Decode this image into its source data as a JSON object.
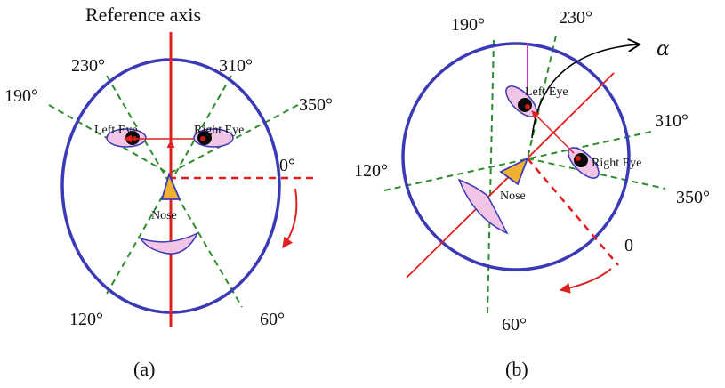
{
  "panel_a": {
    "title": "Reference axis",
    "angles": {
      "a230": "230°",
      "a310": "310°",
      "a190": "190°",
      "a350": "350°",
      "a0": "0°",
      "a120": "120°",
      "a60": "60°"
    },
    "left_eye": "Left Eye",
    "right_eye": "Right Eye",
    "nose": "Nose",
    "caption": "(a)"
  },
  "panel_b": {
    "angles": {
      "a190": "190°",
      "a230": "230°",
      "a310": "310°",
      "a120": "120°",
      "a350": "350°",
      "a0": "0",
      "a60": "60°"
    },
    "alpha": "α",
    "left_eye": "Left Eye",
    "right_eye": "Right Eye",
    "nose": "Nose",
    "caption": "(b)"
  },
  "colors": {
    "face_outline": "#3a3ab8",
    "guide_lines": "#2e8b2e",
    "reference": "#e02020",
    "eye_fill": "#f2c4e6",
    "nose_fill": "#f0b030",
    "alpha_line": "#cc33cc"
  }
}
